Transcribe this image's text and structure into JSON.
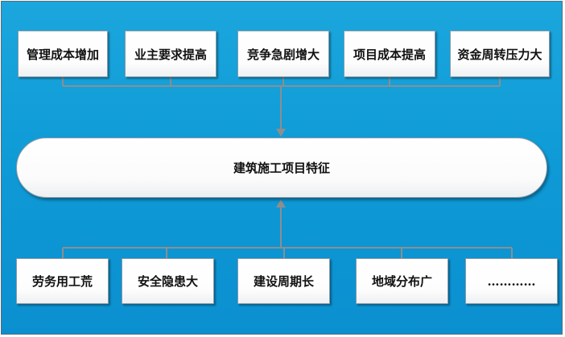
{
  "diagram": {
    "center_label": "建筑施工项目特征",
    "top_items": [
      "管理成本增加",
      "业主要求提高",
      "竞争急剧增大",
      "项目成本提高",
      "资金周转压力大"
    ],
    "bottom_items": [
      "劳务用工荒",
      "安全隐患大",
      "建设周期长",
      "地域分布广",
      "…………"
    ],
    "colors": {
      "background": "#0e9ad6",
      "box_fill": "#ffffff",
      "box_border": "#8a9aa6",
      "connector": "#8e8e8e"
    }
  }
}
